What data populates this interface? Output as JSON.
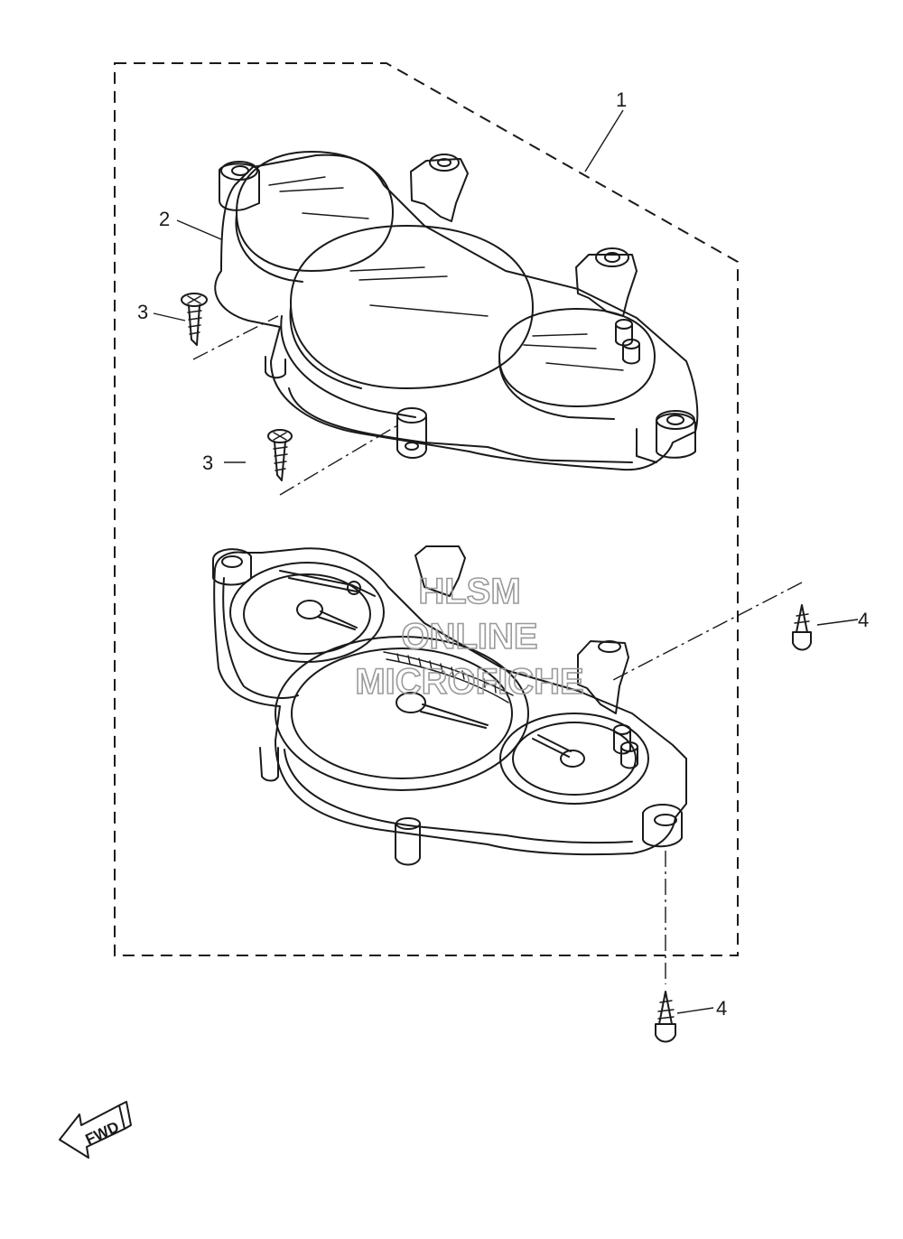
{
  "callouts": {
    "c1": "1",
    "c2": "2",
    "c3a": "3",
    "c3b": "3",
    "c4a": "4",
    "c4b": "4"
  },
  "watermark": {
    "line1": "HLSM",
    "line2": "ONLINE",
    "line3": "MICROFICHE"
  },
  "direction_arrow": {
    "label": "FWD",
    "icon": "forward-arrow-icon"
  },
  "colors": {
    "line": "#1a1a1a",
    "watermark": "#9a9a9a",
    "background": "#ffffff"
  }
}
